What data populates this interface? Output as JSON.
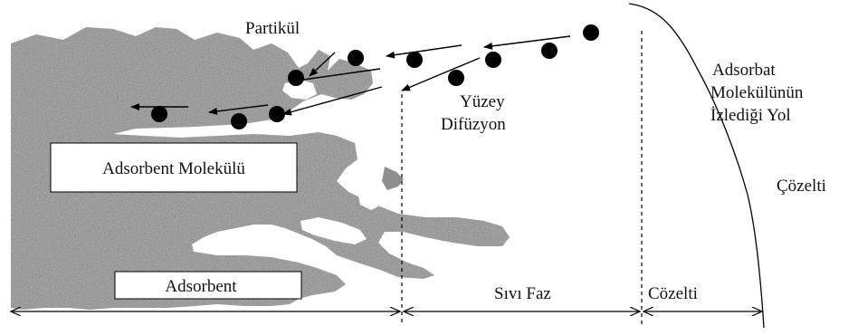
{
  "diagram": {
    "labels": {
      "particle": "Partikül",
      "surface_diffusion_line1": "Yüzey",
      "surface_diffusion_line2": "Difüzyon",
      "path_line1": "Adsorbat",
      "path_line2": "Molekülünün",
      "path_line3": "İzlediği Yol",
      "solution_right": "Çözelti",
      "adsorbent_molecule": "Adsorbent Molekülü",
      "adsorbent": "Adsorbent",
      "liquid_phase": "Sıvı Faz",
      "solution_bottom": "Cözelti"
    },
    "colors": {
      "adsorbent_fill": "#8e8e8e",
      "ink": "#000000",
      "background": "#ffffff"
    }
  }
}
